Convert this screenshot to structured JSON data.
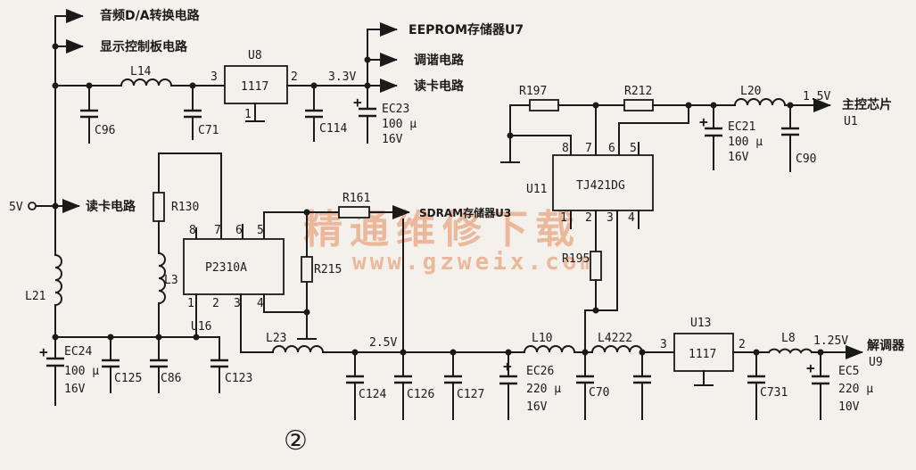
{
  "outputs": {
    "audio_da": "音频D/A转换电路",
    "display_ctrl": "显示控制板电路",
    "eeprom": "EEPROM存储器U7",
    "tuner": "调谐电路",
    "card_reader_top": "读卡电路",
    "card_reader_mid": "读卡电路",
    "main_chip": "主控芯片",
    "main_chip_ref": "U1",
    "sdram": "SDRAM存储器U3",
    "demod": "解调器",
    "demod_ref": "U9"
  },
  "input": {
    "label": "5V"
  },
  "voltages": {
    "v33": "3.3V",
    "v15": "1.5V",
    "v25": "2.5V",
    "v125": "1.25V"
  },
  "ics": {
    "u8": {
      "ref": "U8",
      "part": "1117",
      "pin_in": "3",
      "pin_out": "2",
      "pin_gnd": "1"
    },
    "u13": {
      "ref": "U13",
      "part": "1117",
      "pin_in": "3",
      "pin_out": "2"
    },
    "u16": {
      "ref": "U16",
      "part": "P2310A",
      "pins_top": [
        "8",
        "7",
        "6",
        "5"
      ],
      "pins_bot": [
        "1",
        "2",
        "3",
        "4"
      ]
    },
    "u11": {
      "ref": "U11",
      "part": "TJ421DG",
      "pins_top": [
        "8",
        "7",
        "6",
        "5"
      ],
      "pins_bot": [
        "1",
        "2",
        "3",
        "4"
      ]
    }
  },
  "components": {
    "l14": "L14",
    "c96": "C96",
    "c71": "C71",
    "c114": "C114",
    "ec23": "EC23",
    "ec23_val": "100 μ",
    "ec23_v": "16V",
    "r197": "R197",
    "r212": "R212",
    "l20": "L20",
    "ec21": "EC21",
    "ec21_val": "100 μ",
    "ec21_v": "16V",
    "c90": "C90",
    "r130": "R130",
    "l3": "L3",
    "r161": "R161",
    "r215": "R215",
    "r195": "R195",
    "l21": "L21",
    "ec24": "EC24",
    "ec24_val": "100 μ",
    "ec24_v": "16V",
    "c125": "C125",
    "c86": "C86",
    "c123": "C123",
    "l23": "L23",
    "c124": "C124",
    "c126": "C126",
    "c127": "C127",
    "ec26": "EC26",
    "ec26_val": "220 μ",
    "ec26_v": "16V",
    "l10": "L10",
    "c70": "C70",
    "l4222": "L4222",
    "c731": "C731",
    "l8": "L8",
    "ec5": "EC5",
    "ec5_val": "220 μ",
    "ec5_v": "10V"
  },
  "figure_number": "②",
  "watermark": {
    "title": "精通维修下载",
    "url": "www.gzweix.com"
  }
}
